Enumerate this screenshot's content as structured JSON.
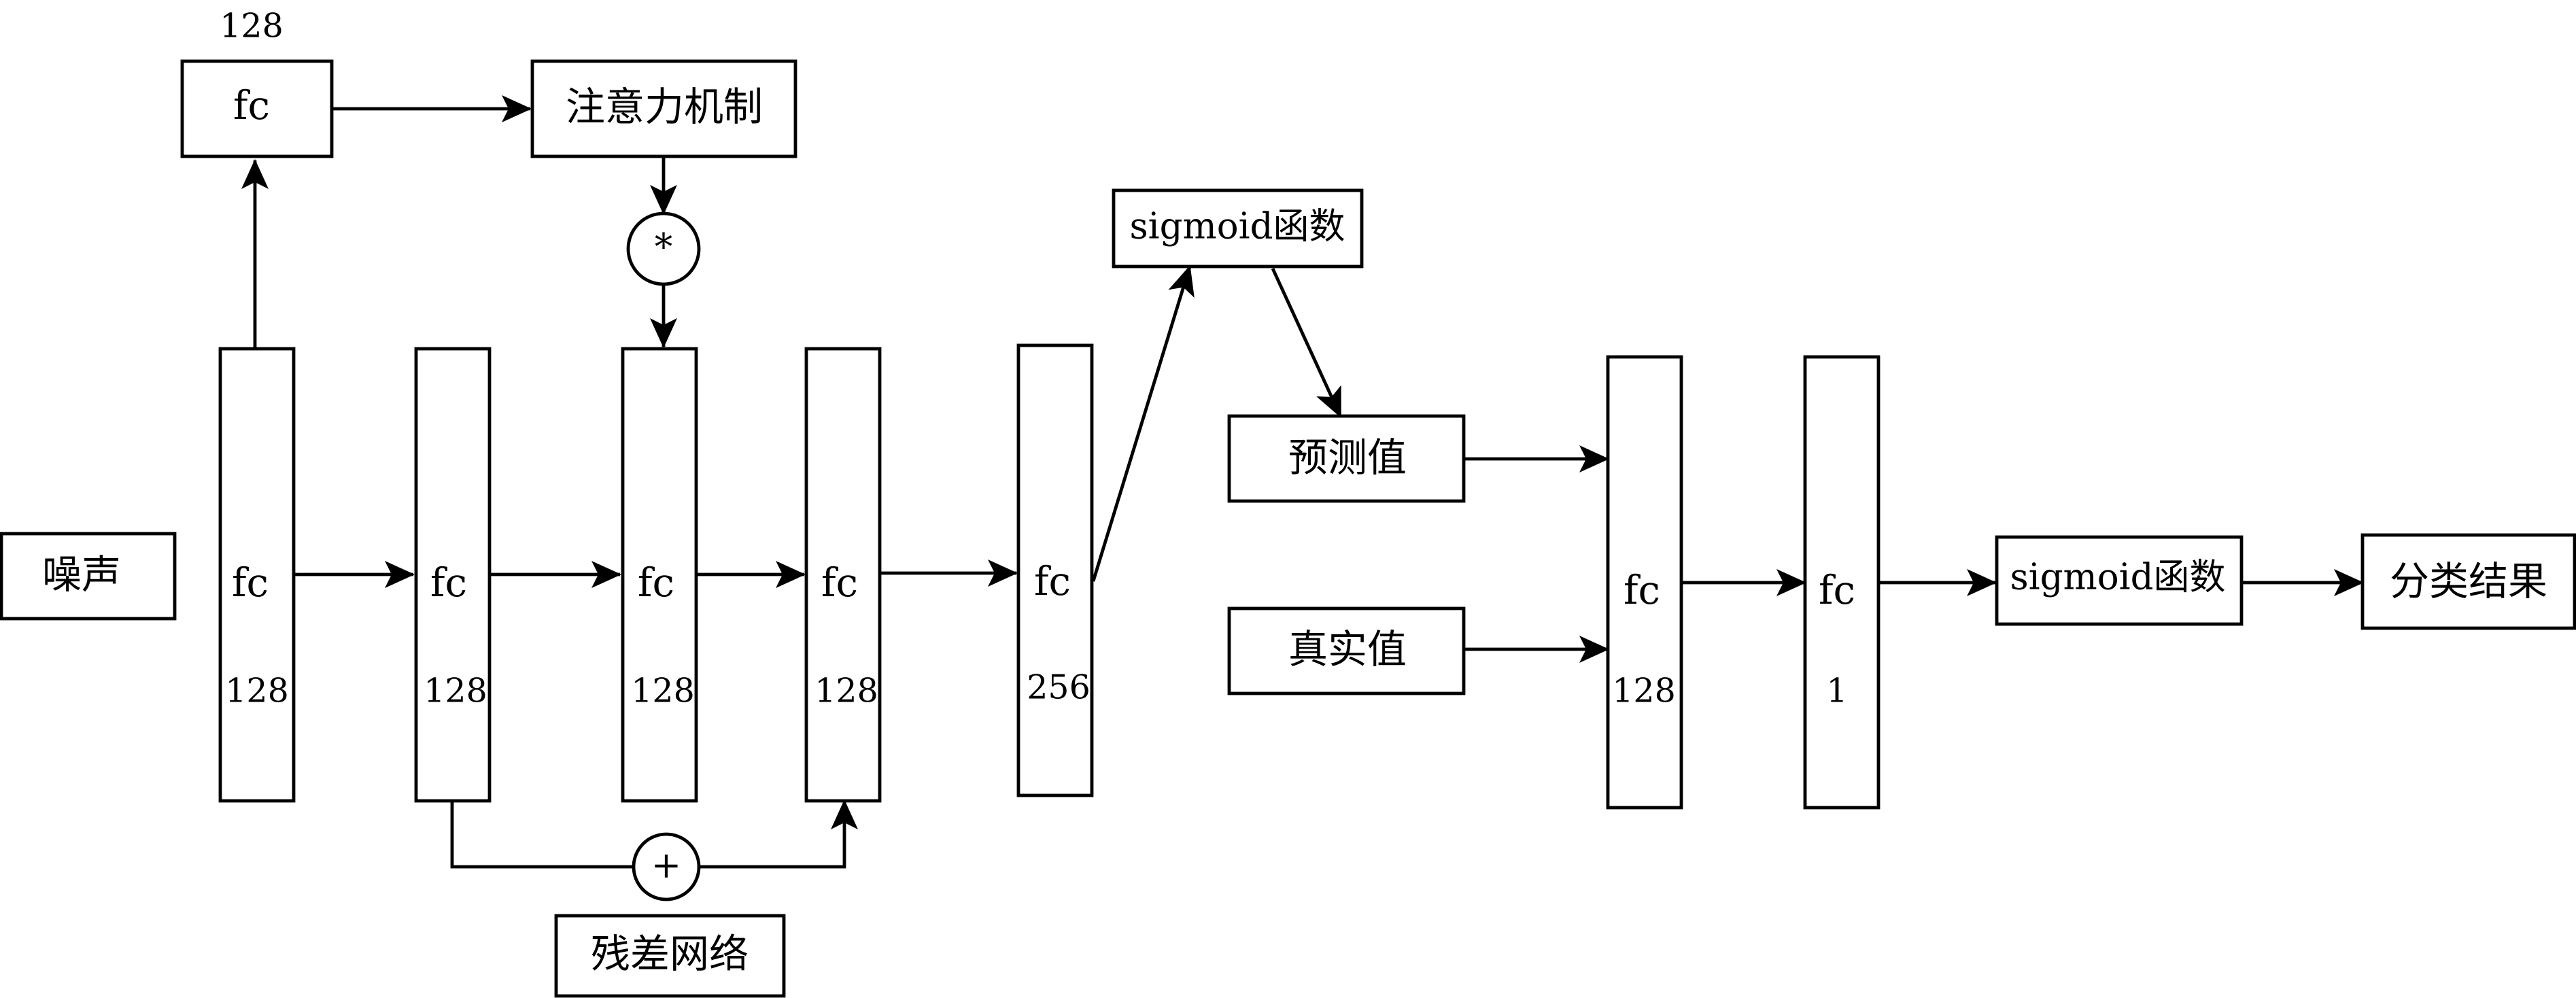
{
  "nodes": {
    "noise": "噪声",
    "fc_top": "fc",
    "fc_top_size": "128",
    "attention": "注意力机制",
    "multiply_op": "*",
    "add_op": "+",
    "residual": "残差网络",
    "col1": {
      "label": "fc",
      "size": "128"
    },
    "col2": {
      "label": "fc",
      "size": "128"
    },
    "col3": {
      "label": "fc",
      "size": "128"
    },
    "col4": {
      "label": "fc",
      "size": "128"
    },
    "col5": {
      "label": "fc",
      "size": "256"
    },
    "sigmoid1": "sigmoid函数",
    "predicted": "预测值",
    "real": "真实值",
    "col6": {
      "label": "fc",
      "size": "128"
    },
    "col7": {
      "label": "fc",
      "size": "1"
    },
    "sigmoid2": "sigmoid函数",
    "result": "分类结果"
  },
  "colors": {
    "stroke": "#000000",
    "background": "#ffffff"
  }
}
